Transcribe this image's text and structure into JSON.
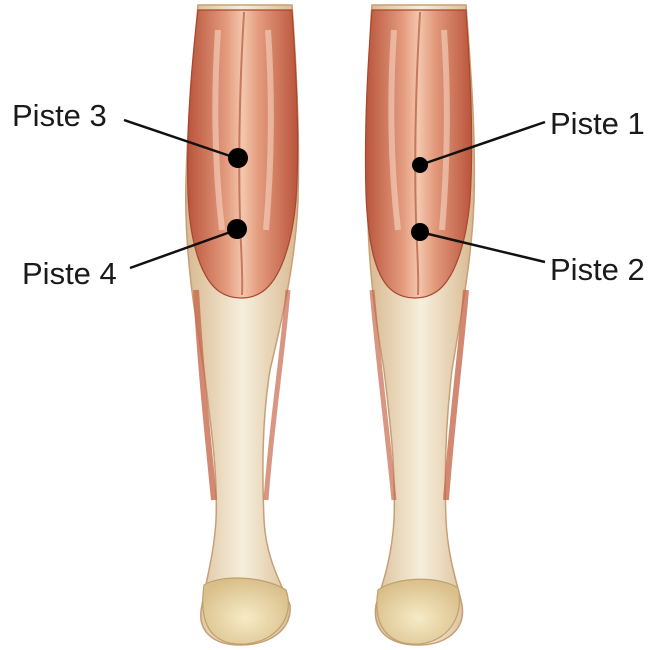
{
  "diagram": {
    "subject": "posterior lower legs with gastrocnemius muscles",
    "points": [
      {
        "id": "piste-1",
        "label": "Piste 1"
      },
      {
        "id": "piste-2",
        "label": "Piste 2"
      },
      {
        "id": "piste-3",
        "label": "Piste 3"
      },
      {
        "id": "piste-4",
        "label": "Piste 4"
      }
    ],
    "colors": {
      "muscle": "#c9664a",
      "muscle_light": "#e9b39a",
      "tendon": "#efe3c8",
      "skin_edge": "#d9b48f",
      "heel": "#f1e3bb",
      "marker": "#000000"
    }
  }
}
